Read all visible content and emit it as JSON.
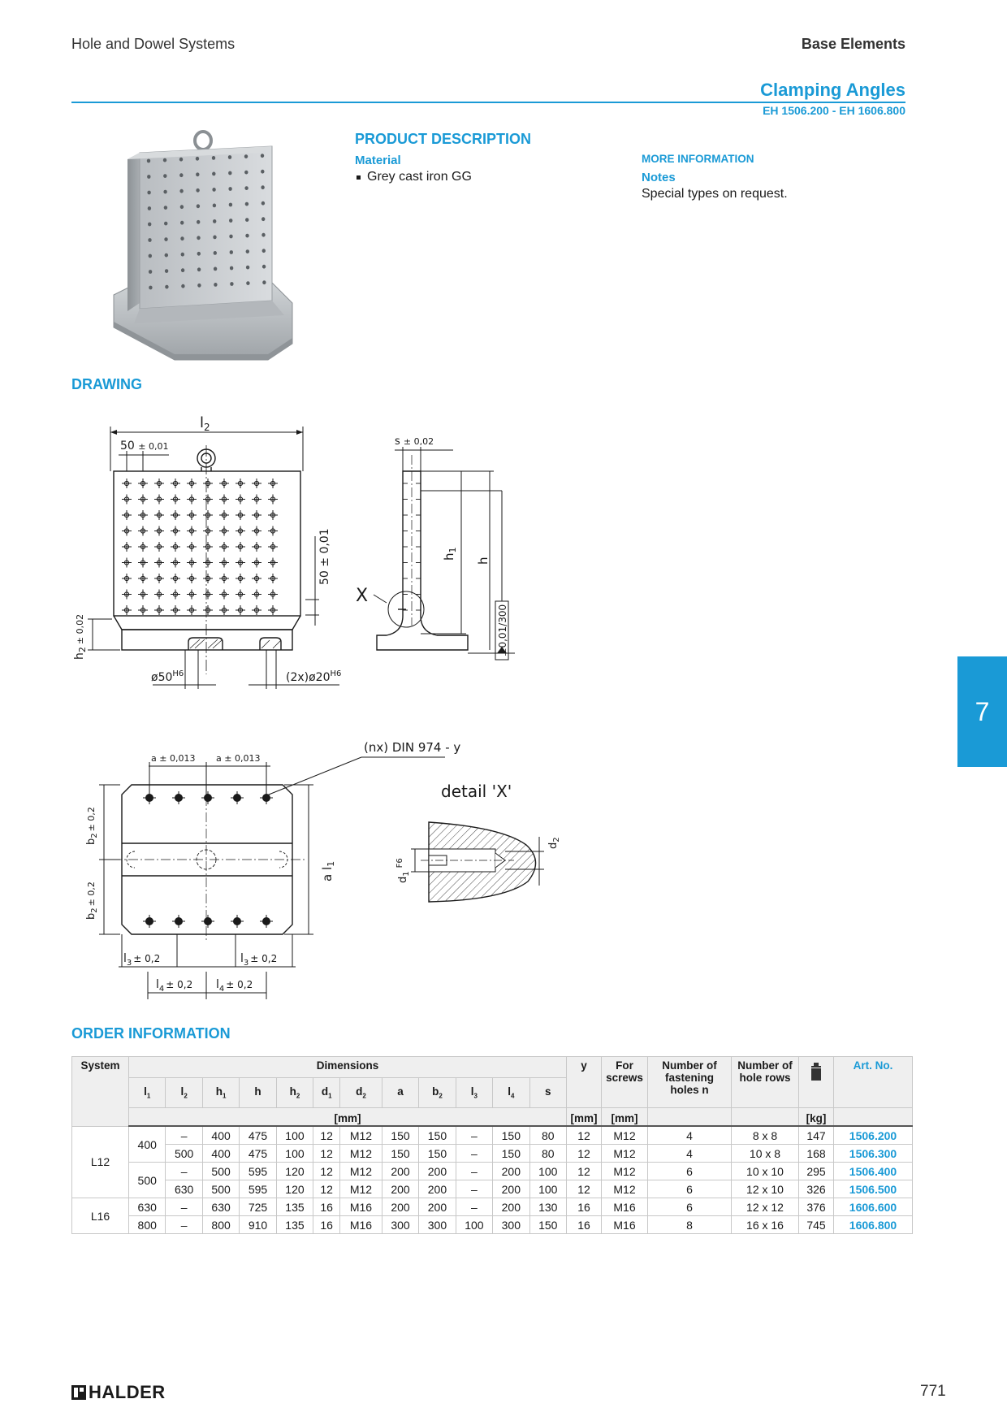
{
  "header": {
    "left": "Hole and Dowel Systems",
    "right": "Base Elements",
    "title": "Clamping Angles",
    "subtitle": "EH 1506.200 - EH 1606.800"
  },
  "product_description": {
    "heading": "PRODUCT DESCRIPTION",
    "material_heading": "Material",
    "material_item": "Grey cast iron GG"
  },
  "more_information": {
    "heading": "MORE INFORMATION",
    "notes_heading": "Notes",
    "notes_text": "Special types on request."
  },
  "drawing": {
    "heading": "DRAWING",
    "labels": {
      "l2": "l",
      "l2_sub": "2",
      "pitch_top": "50",
      "pitch_top_tol": "± 0,01",
      "pitch_side": "50 ± 0,01",
      "h2": "h",
      "h2_sub": "2",
      "h2_tol": "± 0,02",
      "dia50": "ø50",
      "h6": "H6",
      "dia20": "(2x)ø20",
      "s": "s",
      "s_tol": "± 0,02",
      "h1": "h",
      "h1_sub": "1",
      "h": "h",
      "perp": "⊥0,01/300",
      "x": "X",
      "din": "(nx) DIN 974 - y",
      "a_tol1": "a ± 0,013",
      "a_tol2": "a ± 0,013",
      "b2": "b",
      "b2_sub": "2",
      "b2_tol": "± 0,2",
      "al1": "a l",
      "al1_sub": "1",
      "l3": "l",
      "l3_sub": "3",
      "l3_tol": "± 0,2",
      "l4": "l",
      "l4_sub": "4",
      "l4_tol": "± 0,2",
      "detail": "detail 'X'",
      "d1": "d",
      "d1_sub": "1",
      "f6": "F6",
      "d2": "d",
      "d2_sub": "2"
    }
  },
  "order_information": {
    "heading": "ORDER INFORMATION",
    "headers": {
      "system": "System",
      "dimensions": "Dimensions",
      "y": "y",
      "for_screws": "For screws",
      "fastening": "Number of fastening holes n",
      "hole_rows": "Number of hole rows",
      "weight_icon": "weight-icon",
      "art_no": "Art. No.",
      "mm": "[mm]",
      "y_unit": "[mm]",
      "screws_unit": "[mm]",
      "kg": "[kg]"
    },
    "dim_columns": [
      {
        "base": "l",
        "sub": "1"
      },
      {
        "base": "l",
        "sub": "2"
      },
      {
        "base": "h",
        "sub": "1"
      },
      {
        "base": "h",
        "sub": ""
      },
      {
        "base": "h",
        "sub": "2"
      },
      {
        "base": "d",
        "sub": "1"
      },
      {
        "base": "d",
        "sub": "2"
      },
      {
        "base": "a",
        "sub": ""
      },
      {
        "base": "b",
        "sub": "2"
      },
      {
        "base": "l",
        "sub": "3"
      },
      {
        "base": "l",
        "sub": "4"
      },
      {
        "base": "s",
        "sub": ""
      }
    ],
    "system_groups": [
      {
        "name": "L12",
        "rows": 4
      },
      {
        "name": "L16",
        "rows": 2
      }
    ],
    "l1_groups": [
      {
        "value": "400",
        "rows": 2
      },
      {
        "value": "500",
        "rows": 2
      },
      {
        "value": "630",
        "rows": 1
      },
      {
        "value": "800",
        "rows": 1
      }
    ],
    "rows": [
      {
        "l2": "–",
        "h1": "400",
        "h": "475",
        "h2": "100",
        "d1": "12",
        "d2": "M12",
        "a": "150",
        "b2": "150",
        "l3": "–",
        "l4": "150",
        "s": "80",
        "y": "12",
        "screws": "M12",
        "n": "4",
        "rows": "8 x  8",
        "kg": "147",
        "art": "1506.200"
      },
      {
        "l2": "500",
        "h1": "400",
        "h": "475",
        "h2": "100",
        "d1": "12",
        "d2": "M12",
        "a": "150",
        "b2": "150",
        "l3": "–",
        "l4": "150",
        "s": "80",
        "y": "12",
        "screws": "M12",
        "n": "4",
        "rows": "10 x  8",
        "kg": "168",
        "art": "1506.300"
      },
      {
        "l2": "–",
        "h1": "500",
        "h": "595",
        "h2": "120",
        "d1": "12",
        "d2": "M12",
        "a": "200",
        "b2": "200",
        "l3": "–",
        "l4": "200",
        "s": "100",
        "y": "12",
        "screws": "M12",
        "n": "6",
        "rows": "10 x 10",
        "kg": "295",
        "art": "1506.400"
      },
      {
        "l2": "630",
        "h1": "500",
        "h": "595",
        "h2": "120",
        "d1": "12",
        "d2": "M12",
        "a": "200",
        "b2": "200",
        "l3": "–",
        "l4": "200",
        "s": "100",
        "y": "12",
        "screws": "M12",
        "n": "6",
        "rows": "12 x 10",
        "kg": "326",
        "art": "1506.500"
      },
      {
        "l2": "–",
        "h1": "630",
        "h": "725",
        "h2": "135",
        "d1": "16",
        "d2": "M16",
        "a": "200",
        "b2": "200",
        "l3": "–",
        "l4": "200",
        "s": "130",
        "y": "16",
        "screws": "M16",
        "n": "6",
        "rows": "12 x 12",
        "kg": "376",
        "art": "1606.600"
      },
      {
        "l2": "–",
        "h1": "800",
        "h": "910",
        "h2": "135",
        "d1": "16",
        "d2": "M16",
        "a": "300",
        "b2": "300",
        "l3": "100",
        "l4": "300",
        "s": "150",
        "y": "16",
        "screws": "M16",
        "n": "8",
        "rows": "16 x 16",
        "kg": "745",
        "art": "1606.800"
      }
    ]
  },
  "side_tab": "7",
  "footer": {
    "logo": "HALDER",
    "page": "771"
  }
}
